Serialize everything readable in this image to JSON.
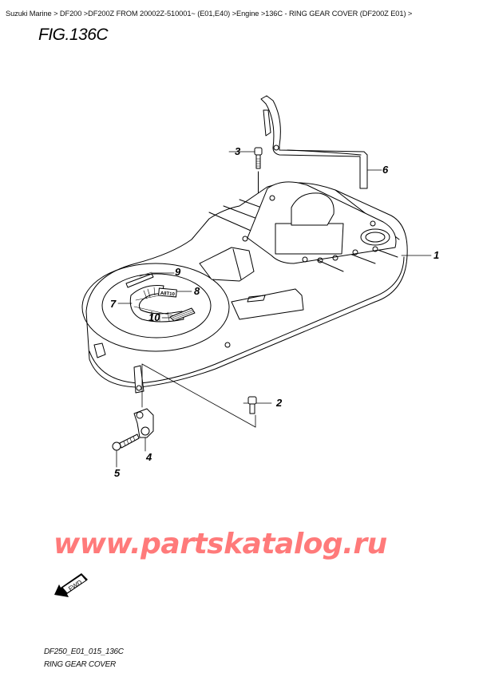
{
  "breadcrumb": {
    "items": [
      {
        "label": "Suzuki Marine",
        "sep": " > "
      },
      {
        "label": "DF200",
        "sep": " >"
      },
      {
        "label": "DF200Z FROM 20002Z-510001~ (E01,E40)",
        "sep": " >"
      },
      {
        "label": "Engine",
        "sep": " >"
      },
      {
        "label": "136C - RING GEAR COVER (DF200Z E01)",
        "sep": " >"
      }
    ]
  },
  "figure": {
    "title": "FIG.136C",
    "caption_code": "DF250_E01_015_136C",
    "caption_name": "RING GEAR COVER",
    "fwd_label": "FWD"
  },
  "callouts": [
    {
      "num": "1",
      "part": "ring-gear-cover"
    },
    {
      "num": "2",
      "part": "bolt"
    },
    {
      "num": "3",
      "part": "bolt"
    },
    {
      "num": "4",
      "part": "bracket"
    },
    {
      "num": "5",
      "part": "bolt"
    },
    {
      "num": "6",
      "part": "bracket-arm"
    },
    {
      "num": "7",
      "part": "decal-caution"
    },
    {
      "num": "8",
      "part": "decal-label"
    },
    {
      "num": "9",
      "part": "decal-strip"
    },
    {
      "num": "10",
      "part": "decal-strip"
    }
  ],
  "watermark": {
    "text": "www.partskatalog.ru",
    "color": "#ff7a7a"
  },
  "colors": {
    "line": "#000000",
    "background": "#ffffff",
    "watermark": "#ff7a7a"
  }
}
